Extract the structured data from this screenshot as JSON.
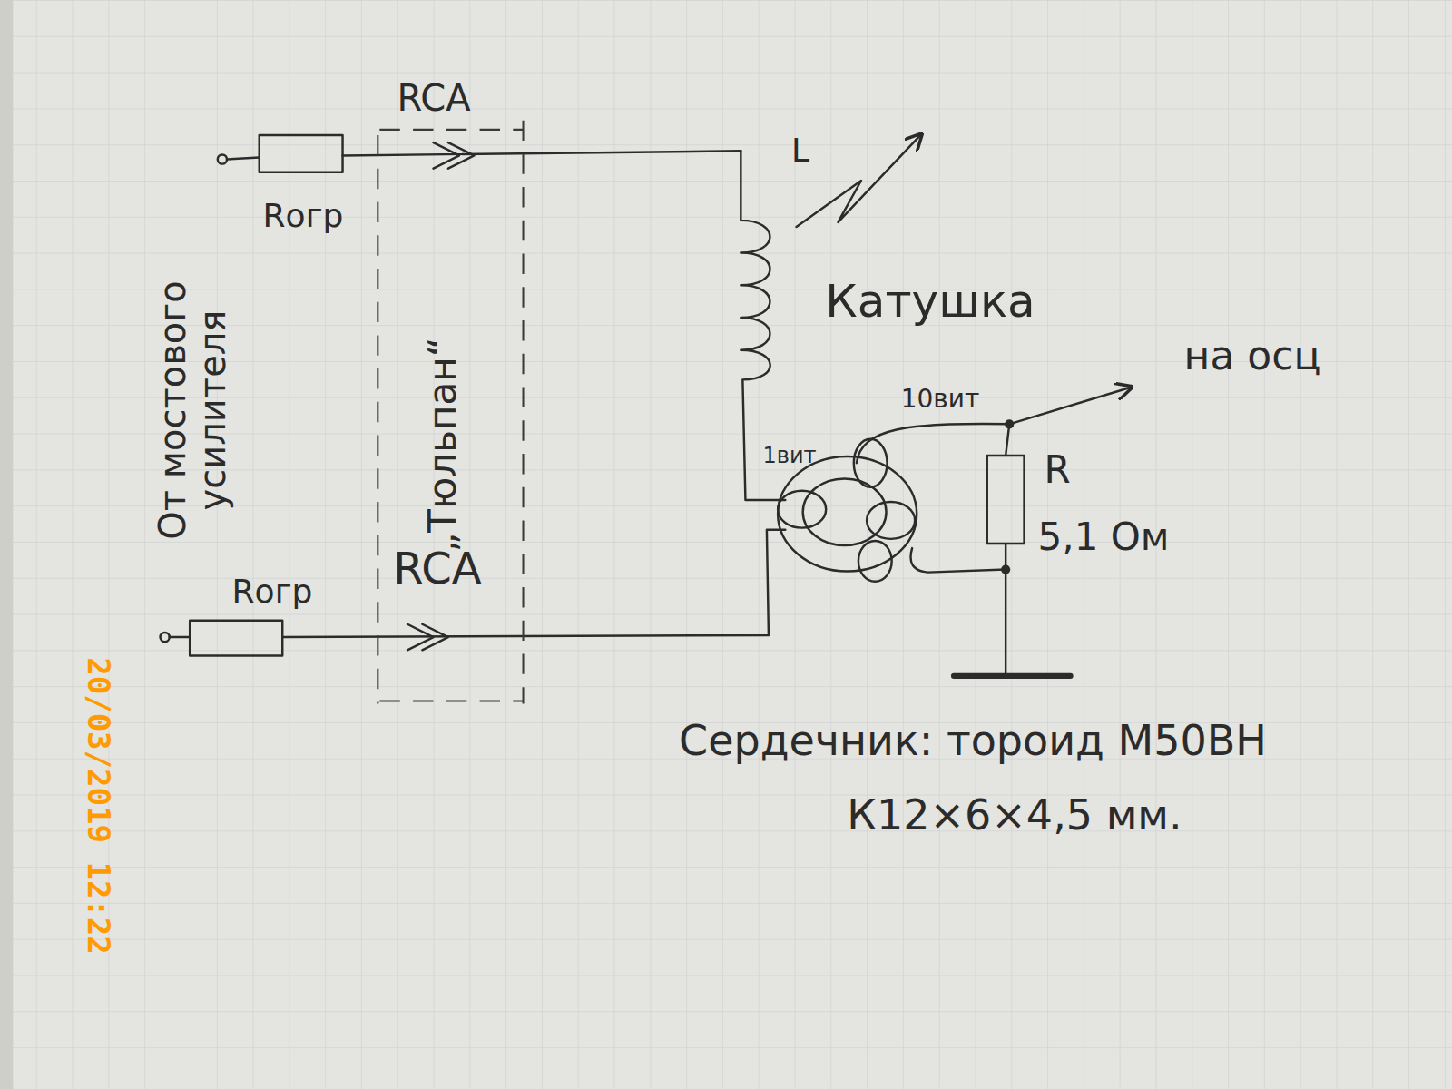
{
  "diagram": {
    "labels": [
      "RCA",
      "Rогр",
      "L",
      "Катушка",
      "От мостового усилителя",
      "„Тюльпан“",
      "на осц",
      "10вит",
      "1вит",
      "R",
      "5,1 Ом",
      "Rогр",
      "RCA",
      "Сердечник: тороид М50ВН",
      "К12×6×4,5 мм.",
      "20/03/2019 12:22"
    ]
  }
}
